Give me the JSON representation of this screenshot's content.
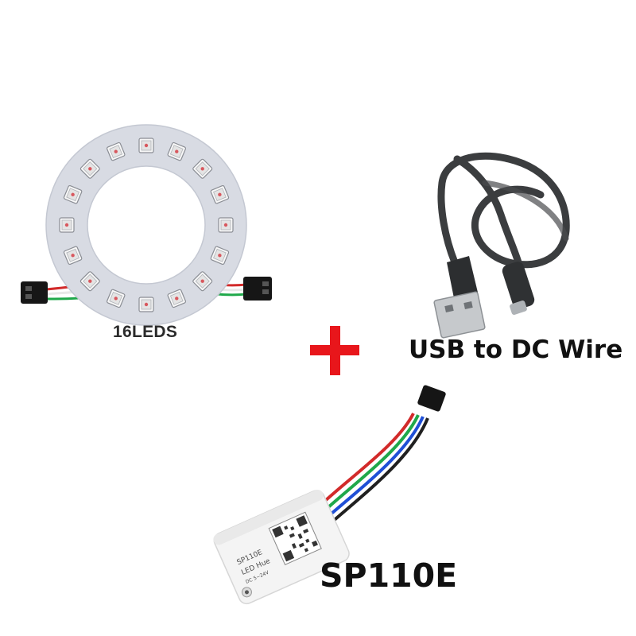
{
  "products": {
    "led_ring": {
      "label": "16LEDS",
      "led_count": 16,
      "icon": "led-ring-icon"
    },
    "usb_cable": {
      "label": "USB to DC Wire",
      "icon": "usb-cable-icon"
    },
    "controller": {
      "label": "SP110E",
      "device_model": "SP110E",
      "device_app": "LED Hue",
      "device_power": "DC 5~24V",
      "icon": "controller-icon"
    }
  },
  "plus_symbol": {
    "icon": "plus-icon",
    "color": "#e8161b"
  },
  "colors": {
    "background": "#ffffff",
    "ring_pcb": "#dcdfe6",
    "cable": "#3b3d3f",
    "wire_red": "#d22a2a",
    "wire_green": "#1fa84a",
    "wire_blue": "#1f4fd6"
  }
}
